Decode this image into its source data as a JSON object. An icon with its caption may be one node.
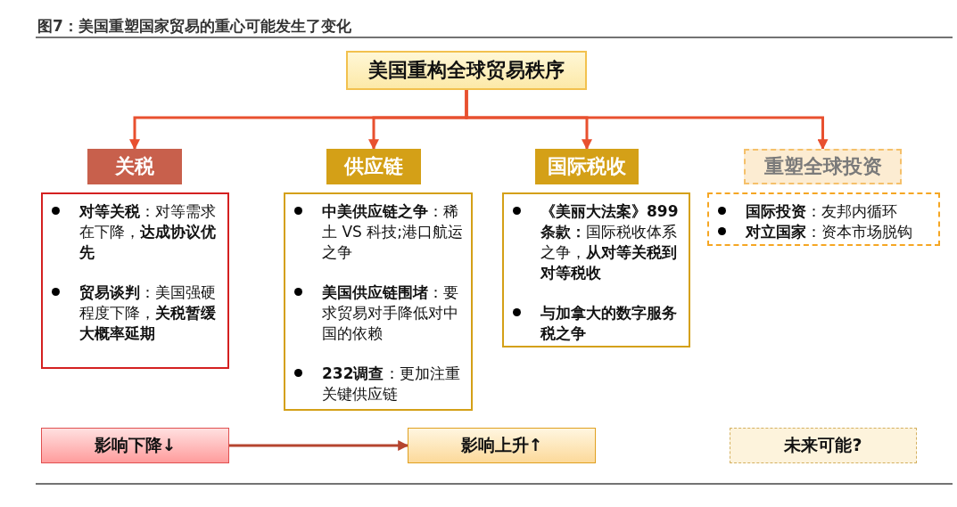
{
  "diagram": {
    "title": "图7：美国重塑国家贸易的重心可能发生了变化",
    "nodes": [
      {
        "text": [
          "美国重构全球贸易秩序"
        ]
      },
      {
        "text": [
          "关税"
        ]
      },
      {
        "text": [
          "供应链"
        ]
      },
      {
        "text": [
          "国际税收"
        ]
      },
      {
        "text": [
          "重塑全球投资"
        ]
      },
      {
        "text": [
          "**对等关税**：对等需求在下降，**达成协议优先**",
          "**贸易谈判**：美国强硬程度下降，**关税暂缓大概率延期**"
        ]
      },
      {
        "text": [
          "**中美供应链之争**：稀土 VS 科技;港口航运之争",
          "**美国供应链围堵**：要求贸易对手降低对中国的依赖",
          "**232调查**：更加注重关键供应链"
        ]
      },
      {
        "text": [
          "**《美丽大法案》899条款：**国际税收体系之争，**从对等关税到对等税收**",
          "**与加拿大的数字服务税之争**"
        ]
      },
      {
        "text": [
          "**国际投资**：友邦内循环",
          "**对立国家**：资本市场脱钩"
        ]
      },
      {
        "text": [
          "影响下降↓"
        ]
      },
      {
        "text": [
          "影响上升↑"
        ]
      },
      {
        "text": [
          "未来可能?"
        ]
      }
    ],
    "edges": [
      {
        "from": 0,
        "to": 1,
        "arrow": "to"
      },
      {
        "from": 0,
        "to": 2,
        "arrow": "to"
      },
      {
        "from": 0,
        "to": 3,
        "arrow": "to"
      },
      {
        "from": 0,
        "to": 4,
        "arrow": "to"
      },
      {
        "from": 9,
        "to": 10,
        "arrow": "to",
        "color": "#b5452f"
      }
    ]
  }
}
